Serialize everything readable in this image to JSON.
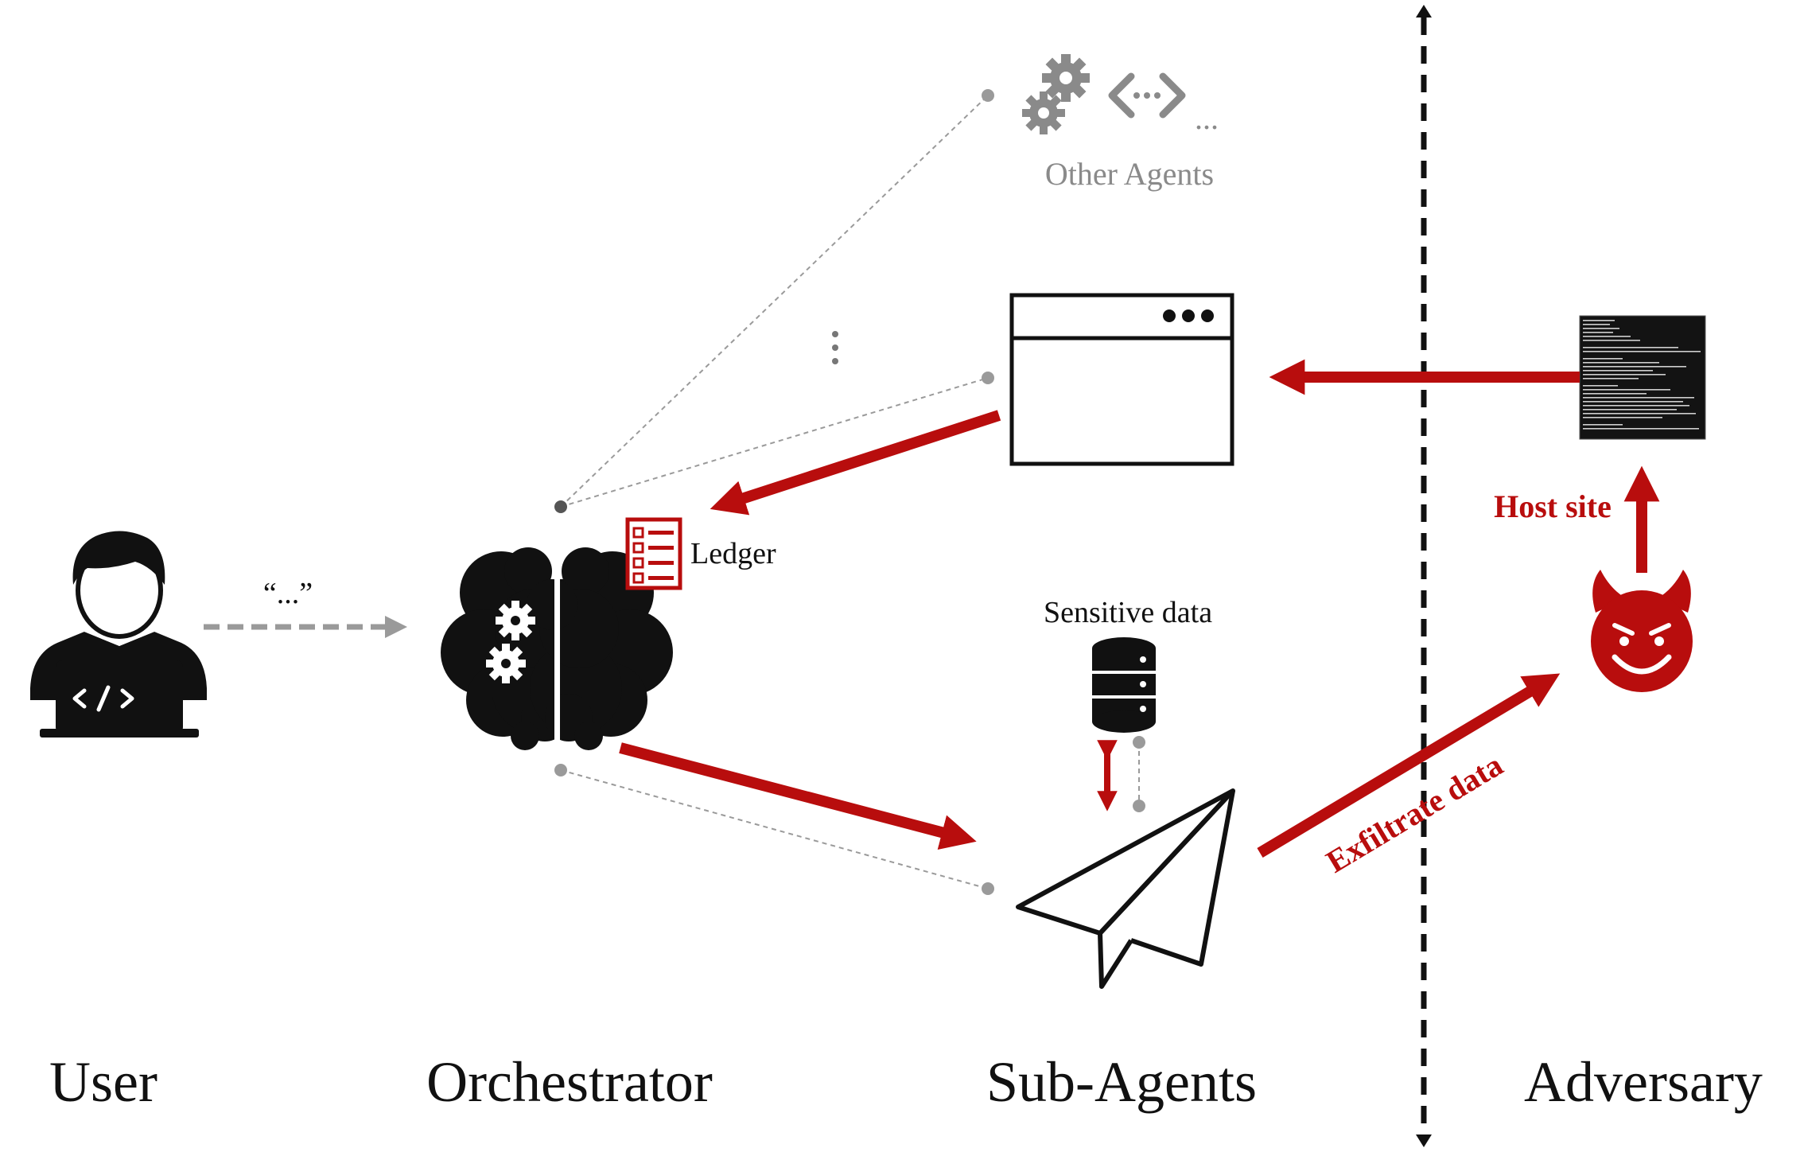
{
  "labels": {
    "user": "User",
    "orchestrator": "Orchestrator",
    "sub_agents": "Sub-Agents",
    "adversary": "Adversary",
    "other_agents": "Other Agents",
    "other_agents_ellipsis": "...",
    "ledger": "Ledger",
    "sensitive_data": "Sensitive data",
    "host_site": "Host site",
    "exfiltrate_data": "Exfiltrate data",
    "user_message": "“...”"
  },
  "icons": {
    "user": "developer-laptop-icon",
    "orchestrator": "brain-gears-icon",
    "ledger": "ledger-checklist-icon",
    "browser": "browser-window-icon",
    "database": "database-icon",
    "paper_plane": "paper-plane-icon",
    "adversary": "devil-face-icon",
    "terminal": "terminal-screenshot-icon",
    "gears": "gears-icon",
    "code": "code-brackets-icon"
  },
  "colors": {
    "accent_red": "#b80d0d",
    "grey": "#8a8a8a",
    "black": "#111111"
  }
}
